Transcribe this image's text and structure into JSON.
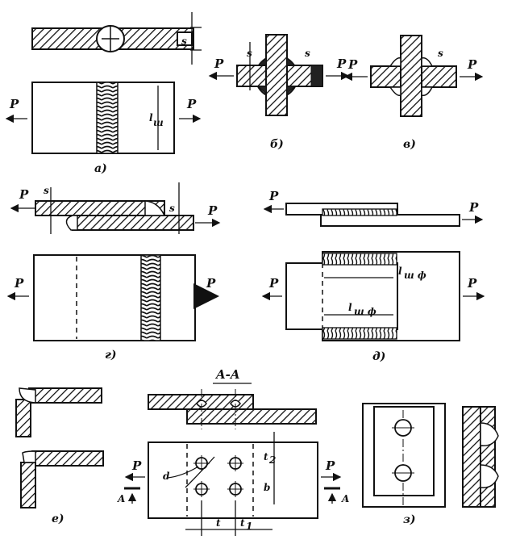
{
  "labels": {
    "force": "P",
    "thickness": "s",
    "weld_length": "l",
    "weld_length_sub": "ш",
    "flank_length": "l",
    "flank_length_sub": "ш ф",
    "section": "A-A",
    "section_mark": "A",
    "diameter": "d",
    "pitch": "t",
    "edge_distance": "t",
    "edge_distance_sub": "1",
    "width": "b",
    "side_pitch": "t",
    "side_pitch_sub": "2"
  },
  "captions": {
    "a": "а)",
    "b": "б)",
    "v": "в)",
    "g": "г)",
    "d": "д)",
    "e": "е)",
    "z": "з)"
  }
}
